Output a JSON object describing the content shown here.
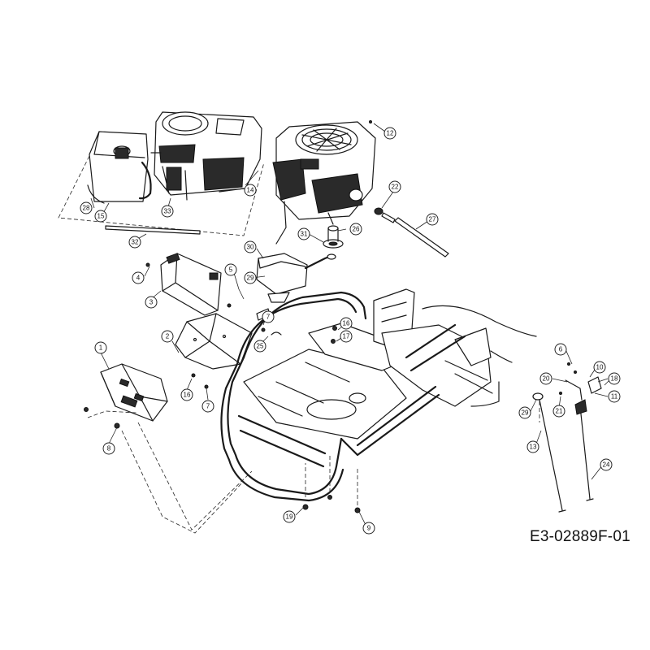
{
  "drawing_code": "E3-02889F-01",
  "callouts": [
    "1",
    "2",
    "3",
    "4",
    "5",
    "6",
    "7",
    "7",
    "8",
    "9",
    "10",
    "11",
    "12",
    "13",
    "14",
    "15",
    "16",
    "16",
    "17",
    "18",
    "19",
    "20",
    "21",
    "22",
    "24",
    "25",
    "26",
    "27",
    "28",
    "29",
    "29",
    "30",
    "31",
    "32",
    "33"
  ]
}
